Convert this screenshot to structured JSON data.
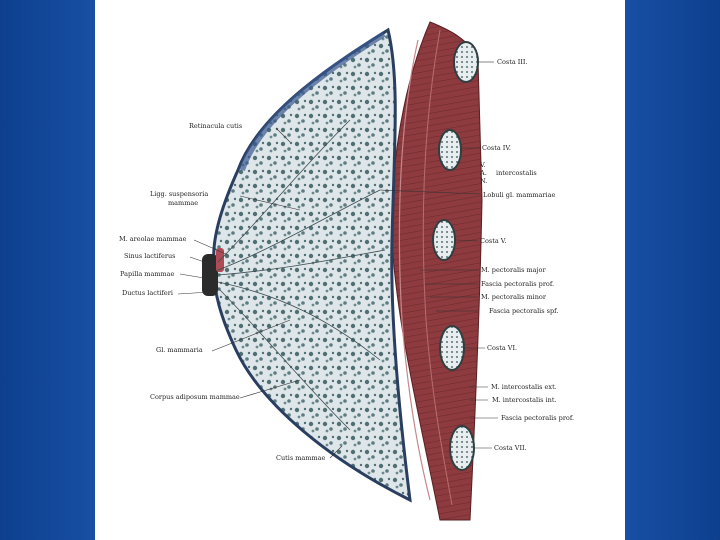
{
  "figure": {
    "labels_left": {
      "retinaculum": "Retinacula cutis",
      "ligaments": "Ligg. suspensoria",
      "ligaments_2": "mammae",
      "areolar_muscle": "M. areolae mammae",
      "sinus": "Sinus lactiferus",
      "papilla": "Papilla mammae",
      "ducts": "Ductus lactiferi",
      "gland": "Gl. mammaria",
      "fat": "Corpus adiposum mammae",
      "skin": "Cutis mammae"
    },
    "labels_right": {
      "rib3": "Costa III.",
      "rib4": "Costa IV.",
      "vessels_v": "V.",
      "vessels_a": "A.",
      "vessels_n": "N.",
      "intercostal": "intercostalis",
      "lobules": "Lobuli gl. mammariae",
      "rib5": "Costa V.",
      "pect_major": "M. pectoralis major",
      "fascia_prof": "Fascia pectoralis prof.",
      "pect_minor": "M. pectoralis minor",
      "fascia_superf": "Fascia pectoralis spf.",
      "rib6": "Costa VI.",
      "intercostal_ext": "M. intercostalis ext.",
      "intercostal_int": "M. intercostalis int.",
      "fascia_prof_2": "Fascia pectoralis prof.",
      "rib7": "Costa VII."
    },
    "colors": {
      "background_blue": "#2f6fd0",
      "muscle": "#8e3b3f",
      "gland_tissue": "#4f6f72",
      "skin_outline": "#2a3e60",
      "fat": "#dfe6ea"
    }
  }
}
